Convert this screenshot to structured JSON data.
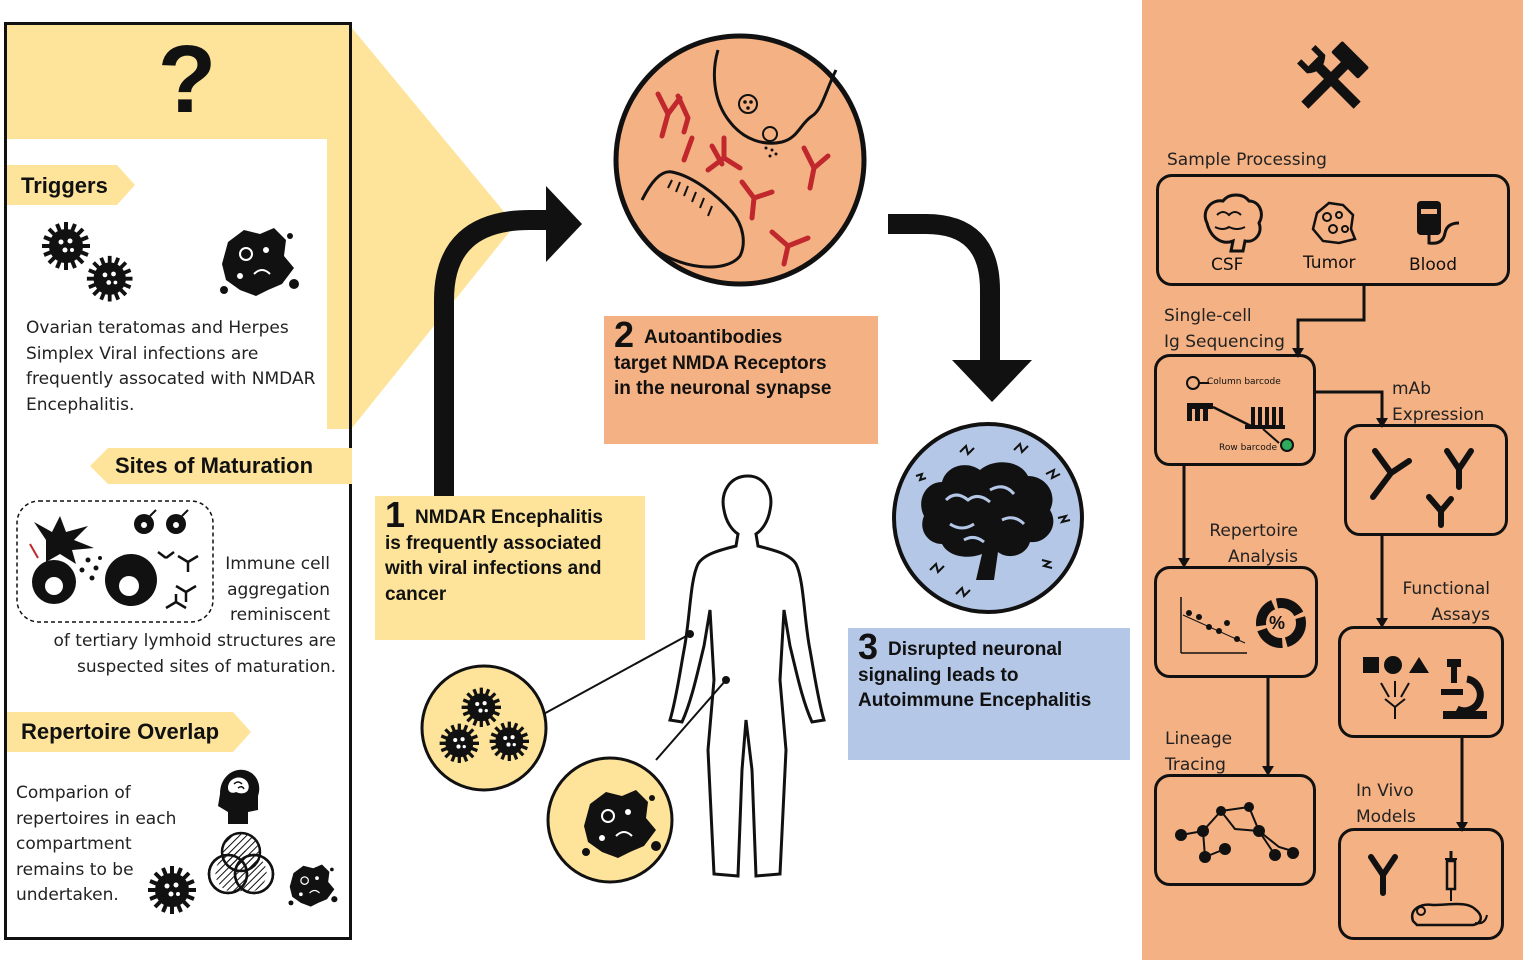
{
  "left_panel": {
    "question_mark": "?",
    "triggers": {
      "label": "Triggers",
      "text": "Ovarian teratomas and Herpes Simplex Viral infections are frequently assocated with NMDAR Encephalitis."
    },
    "maturation": {
      "label": "Sites of Maturation",
      "text_right_lines": [
        "Immune cell",
        "aggregation",
        "reminiscent"
      ],
      "text_bottom_lines": [
        "of tertiary lymhoid structures are",
        "suspected sites of maturation."
      ]
    },
    "overlap": {
      "label": "Repertoire Overlap",
      "text_lines": [
        "Comparion of",
        "repertoires in each",
        "compartment",
        "remains to be",
        "undertaken."
      ]
    }
  },
  "steps": [
    {
      "number": "1",
      "title": "NMDAR Encephalitis",
      "body_lines": [
        "is frequently associated",
        "with viral infections and",
        "cancer"
      ],
      "color": "#fde49a"
    },
    {
      "number": "2",
      "title": "Autoantibodies",
      "body_lines": [
        "target NMDA Receptors",
        "in the neuronal synapse"
      ],
      "color": "#f4b183"
    },
    {
      "number": "3",
      "title": "Disrupted neuronal",
      "body_lines": [
        "signaling leads to",
        "Autoimmune Encephalitis"
      ],
      "color": "#b4c7e7"
    }
  ],
  "workflow": {
    "sample_processing": {
      "label": "Sample Processing",
      "items": [
        "CSF",
        "Tumor",
        "Blood"
      ]
    },
    "single_cell": {
      "label_lines": [
        "Single-cell",
        "Ig Sequencing"
      ],
      "column_barcode": "Column barcode",
      "row_barcode": "Row barcode"
    },
    "mab": {
      "label_lines": [
        "mAb",
        "Expression"
      ]
    },
    "repertoire": {
      "label_lines": [
        "Repertoire",
        "Analysis"
      ],
      "percent": "%"
    },
    "functional": {
      "label_lines": [
        "Functional",
        "Assays"
      ]
    },
    "lineage": {
      "label_lines": [
        "Lineage",
        "Tracing"
      ]
    },
    "in_vivo": {
      "label_lines": [
        "In Vivo",
        "Models"
      ]
    }
  },
  "colors": {
    "yellow": "#fde49a",
    "orange": "#f4b183",
    "blue": "#b4c7e7",
    "antibody_red": "#c0282d",
    "black": "#111111"
  }
}
